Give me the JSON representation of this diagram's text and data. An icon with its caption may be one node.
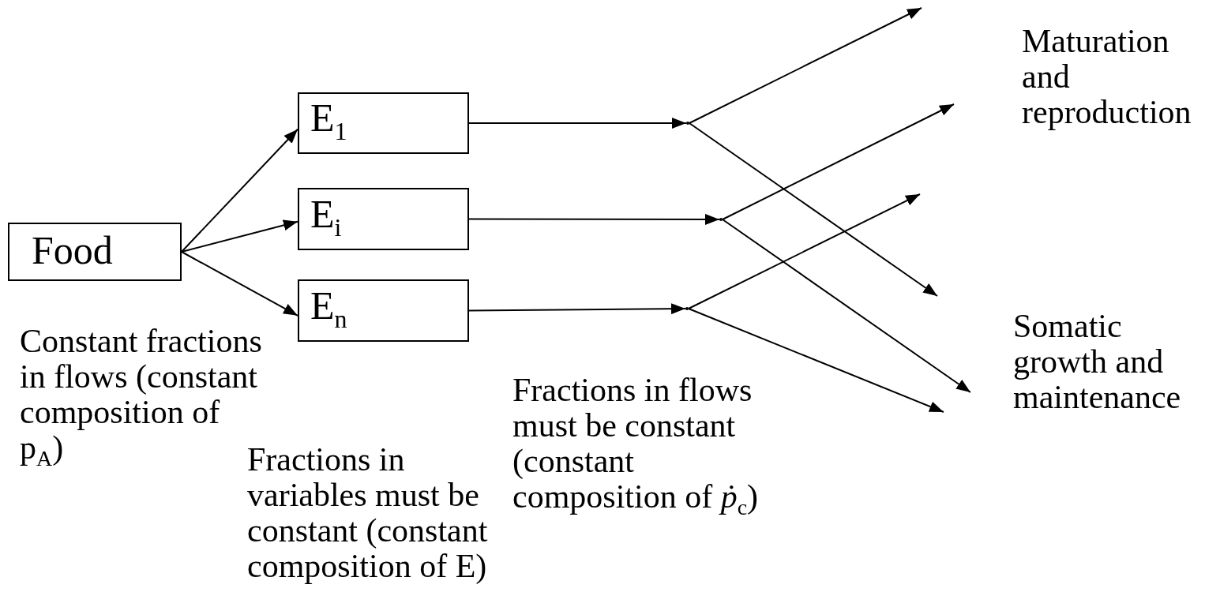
{
  "diagram": {
    "nodes": [
      {
        "text": [
          "Food"
        ]
      },
      {
        "text": [
          "E$_{1}$"
        ]
      },
      {
        "text": [
          "E$_{i}$"
        ]
      },
      {
        "text": [
          "E$_{n}$"
        ]
      },
      {
        "text": [],
        "shape": "point"
      },
      {
        "text": [],
        "shape": "point"
      },
      {
        "text": [],
        "shape": "point"
      }
    ],
    "edges": [
      {
        "from": 0,
        "to": 1,
        "arrow": "to"
      },
      {
        "from": 0,
        "to": 2,
        "arrow": "to"
      },
      {
        "from": 0,
        "to": 3,
        "arrow": "to"
      },
      {
        "from": 1,
        "to": 4,
        "arrow": "to"
      },
      {
        "from": 2,
        "to": 5,
        "arrow": "to"
      },
      {
        "from": 3,
        "to": 6,
        "arrow": "to"
      },
      {
        "from": 4,
        "to": null,
        "arrow": "to"
      },
      {
        "from": 4,
        "to": null,
        "arrow": "to"
      },
      {
        "from": 5,
        "to": null,
        "arrow": "to"
      },
      {
        "from": 5,
        "to": null,
        "arrow": "to"
      },
      {
        "from": 6,
        "to": null,
        "arrow": "to"
      },
      {
        "from": 6,
        "to": null,
        "arrow": "to"
      }
    ],
    "labels": [
      "Maturation and reproduction",
      "Somatic growth and maintenance",
      "Constant fractions in flows (constant composition of p$_{A}$)",
      "Fractions in flows must be constant (constant composition of *ṗ*$_{c}$)",
      "Fractions in variables must be constant (constant composition of E)"
    ]
  }
}
